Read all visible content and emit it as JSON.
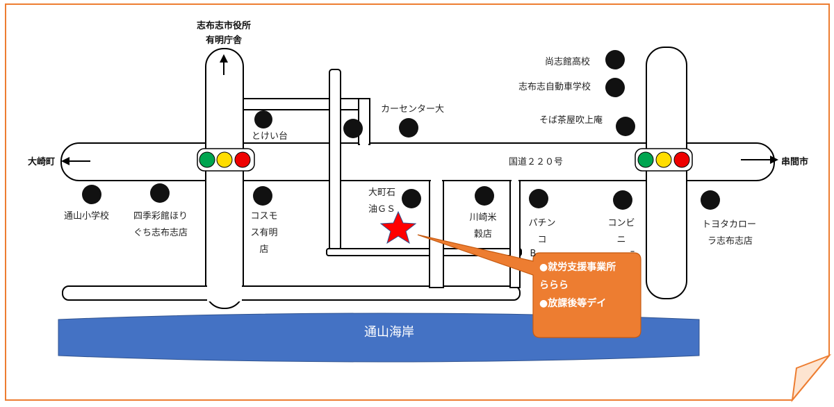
{
  "city_office": {
    "line1": "志布志市役所",
    "line2": "有明庁舎"
  },
  "towns": {
    "west": "大崎町",
    "east": "串間市"
  },
  "national_road": "国道２２０号",
  "landmarks": {
    "car_center": "カーセンター大",
    "tokei_dai": "とけい台",
    "shoshikan": "尚志館高校",
    "driving_school": "志布志自動車学校",
    "soba": "そば茶屋吹上庵",
    "tooyama_school": "通山小学校",
    "shikisai": {
      "line1": "四季彩館ほり",
      "line2": "ぐち志布志店"
    },
    "cosmos": {
      "line1": "コスモ",
      "line2": "ス有明",
      "line3": "店"
    },
    "omachi_gs": {
      "line1": "大町石",
      "line2": "油ＧＳ"
    },
    "kawasaki": {
      "line1": "川崎米",
      "line2": "穀店"
    },
    "pachinko": {
      "line1": "パチン",
      "line2": "コ",
      "line3": "B"
    },
    "konbini": {
      "line1": "コンビ",
      "line2": "ニ",
      "line3": "ｰ"
    },
    "toyota": {
      "line1": "トヨタカロー",
      "line2": "ラ志布志店"
    }
  },
  "callout": {
    "line1": "●就労支援事業所",
    "line2": "ららら",
    "line3": "●放課後等デイ"
  },
  "coast": "通山海岸",
  "colors": {
    "frame": "#ed7d31",
    "callout": "#ed7d31",
    "sea": "#4472c4",
    "poi": "#111111",
    "star": "#ff0000",
    "signal_green": "#00a550",
    "signal_yellow": "#ffdd00",
    "signal_red": "#ee0000"
  }
}
